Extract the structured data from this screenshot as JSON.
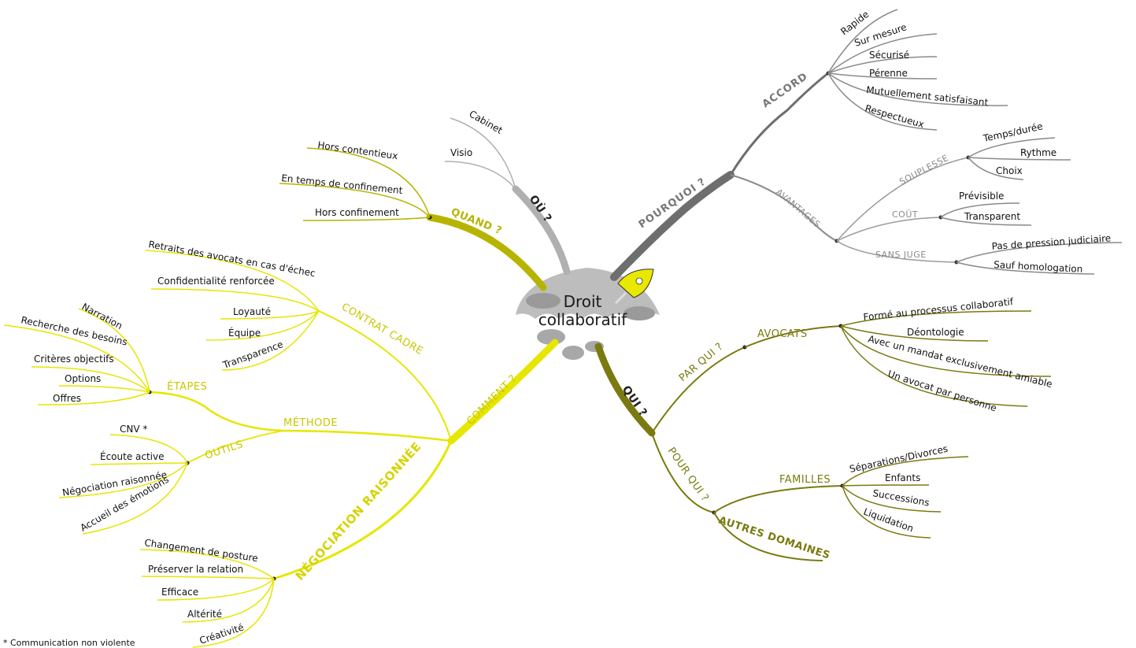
{
  "center": {
    "line1": "Droit",
    "line2": "collaboratif"
  },
  "footnote": "* Communication non violente",
  "colors": {
    "gray_light": "#b0b0b0",
    "gray_dark": "#6e6e6e",
    "yellow": "#e6e600",
    "olive": "#7a7a10",
    "olive_light": "#b7b400"
  },
  "pourquoi": {
    "label": "POURQUOI ?",
    "accord": {
      "label": "ACCORD",
      "items": [
        "Rapide",
        "Sur mesure",
        "Sécurisé",
        "Pérenne",
        "Mutuellement satisfaisant",
        "Respectueux"
      ]
    },
    "avantages": {
      "label": "AVANTAGES",
      "souplesse": {
        "label": "SOUPLESSE",
        "items": [
          "Temps/durée",
          "Rythme",
          "Choix"
        ]
      },
      "cout": {
        "label": "COÛT",
        "items": [
          "Prévisible",
          "Transparent"
        ]
      },
      "sans_juge": {
        "label": "SANS JUGE",
        "items": [
          "Pas de pression judiciaire",
          "Sauf homologation"
        ]
      }
    }
  },
  "ou": {
    "label": "OÙ ?",
    "items": [
      "Cabinet",
      "Visio"
    ]
  },
  "quand": {
    "label": "QUAND ?",
    "items": [
      "Hors contentieux",
      "En temps de confinement",
      "Hors confinement"
    ]
  },
  "comment": {
    "label": "COMMENT ?",
    "contrat_cadre": {
      "label": "CONTRAT CADRE",
      "items": [
        "Retraits des avocats en cas d'échec",
        "Confidentialité renforcée",
        "Loyauté",
        "Équipe",
        "Transparence"
      ]
    },
    "methode": {
      "label": "MÉTHODE",
      "etapes": {
        "label": "ÉTAPES",
        "items": [
          "Narration",
          "Recherche des besoins",
          "Critères objectifs",
          "Options",
          "Offres"
        ]
      },
      "outils": {
        "label": "OUTILS",
        "items": [
          "CNV *",
          "Écoute active",
          "Négociation raisonnée",
          "Accueil des émotions"
        ]
      }
    },
    "negociation": {
      "label": "NÉGOCIATION RAISONNÉE",
      "items": [
        "Changement de posture",
        "Préserver la relation",
        "Efficace",
        "Altérité",
        "Créativité"
      ]
    }
  },
  "qui": {
    "label": "QUI ?",
    "par_qui": {
      "label": "PAR QUI ?",
      "avocats": {
        "label": "AVOCATS",
        "items": [
          "Formé au processus collaboratif",
          "Déontologie",
          "Avec un mandat exclusivement amiable",
          "Un avocat par personne"
        ]
      }
    },
    "pour_qui": {
      "label": "POUR QUI ?",
      "familles": {
        "label": "FAMILLES",
        "items": [
          "Séparations/Divorces",
          "Enfants",
          "Successions",
          "Liquidation"
        ]
      },
      "autres": {
        "label": "AUTRES DOMAINES"
      }
    }
  }
}
